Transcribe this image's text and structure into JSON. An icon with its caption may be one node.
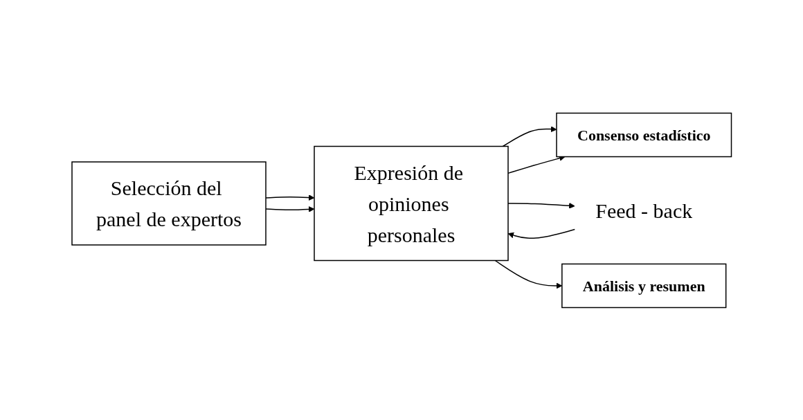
{
  "diagram": {
    "nodes": [
      {
        "text": [
          "Selección del panel de expertos"
        ]
      },
      {
        "text": [
          "Expresión de opiniones personales"
        ]
      },
      {
        "text": [
          "Consenso estadístico"
        ]
      },
      {
        "text": [
          "Feed - back"
        ]
      },
      {
        "text": [
          "Análisis y resumen"
        ]
      }
    ],
    "edges": [
      {
        "from": 0,
        "to": 1,
        "arrow": "to"
      },
      {
        "from": 0,
        "to": 1,
        "arrow": "to"
      },
      {
        "from": 1,
        "to": 2,
        "arrow": "to"
      },
      {
        "from": 1,
        "to": 2,
        "arrow": "to"
      },
      {
        "from": 3,
        "to": 1,
        "arrow": "to"
      },
      {
        "from": 1,
        "to": 3,
        "arrow": "to"
      },
      {
        "from": 1,
        "to": 4,
        "arrow": "to"
      }
    ]
  }
}
